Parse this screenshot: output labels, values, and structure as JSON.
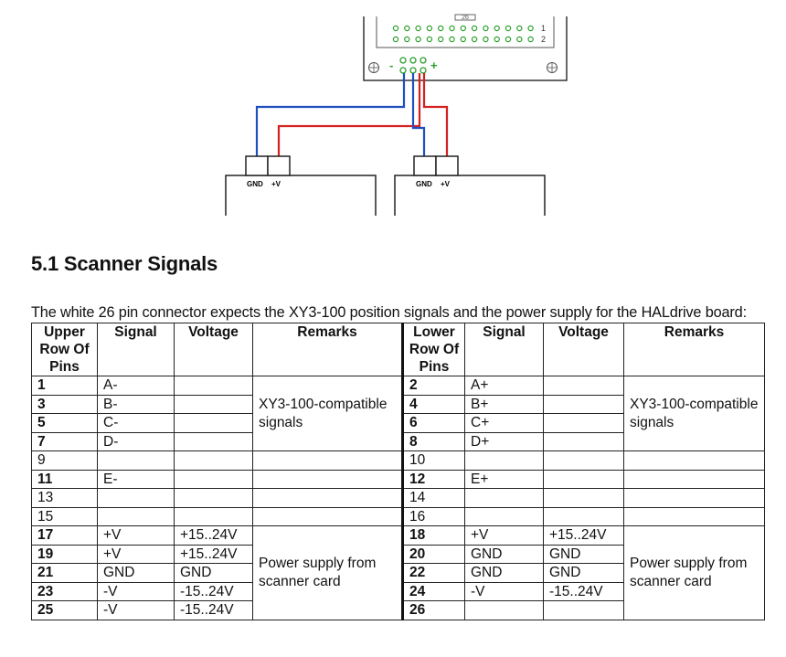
{
  "diagram": {
    "connector_label": "26",
    "row_labels": [
      "1",
      "2"
    ],
    "minus_label": "-",
    "plus_label": "+",
    "box_labels": [
      {
        "gnd": "GND",
        "vplus": "+V"
      },
      {
        "gnd": "GND",
        "vplus": "+V"
      }
    ],
    "colors": {
      "gnd_wire": "#1f4fbf",
      "pos_wire": "#d42020",
      "pin": "#2aa02a"
    }
  },
  "section": {
    "title": "5.1 Scanner Signals"
  },
  "intro": "The white 26 pin connector expects the XY3-100 position signals and the power supply for the HALdrive board:",
  "table": {
    "headers": [
      "Upper Row Of Pins",
      "Signal",
      "Voltage",
      "Remarks",
      "Lower Row Of Pins",
      "Signal",
      "Voltage",
      "Remarks"
    ],
    "rows": [
      {
        "up_pin": "1",
        "up_sig": "A-",
        "up_volt": "",
        "lo_pin": "2",
        "lo_sig": "A+",
        "lo_volt": ""
      },
      {
        "up_pin": "3",
        "up_sig": "B-",
        "up_volt": "",
        "lo_pin": "4",
        "lo_sig": "B+",
        "lo_volt": ""
      },
      {
        "up_pin": "5",
        "up_sig": "C-",
        "up_volt": "",
        "lo_pin": "6",
        "lo_sig": "C+",
        "lo_volt": ""
      },
      {
        "up_pin": "7",
        "up_sig": "D-",
        "up_volt": "",
        "lo_pin": "8",
        "lo_sig": "D+",
        "lo_volt": ""
      },
      {
        "up_pin": "9",
        "up_sig": "",
        "up_volt": "",
        "lo_pin": "10",
        "lo_sig": "",
        "lo_volt": ""
      },
      {
        "up_pin": "11",
        "up_sig": "E-",
        "up_volt": "",
        "lo_pin": "12",
        "lo_sig": "E+",
        "lo_volt": ""
      },
      {
        "up_pin": "13",
        "up_sig": "",
        "up_volt": "",
        "lo_pin": "14",
        "lo_sig": "",
        "lo_volt": ""
      },
      {
        "up_pin": "15",
        "up_sig": "",
        "up_volt": "",
        "lo_pin": "16",
        "lo_sig": "",
        "lo_volt": ""
      },
      {
        "up_pin": "17",
        "up_sig": "+V",
        "up_volt": "+15..24V",
        "lo_pin": "18",
        "lo_sig": "+V",
        "lo_volt": "+15..24V"
      },
      {
        "up_pin": "19",
        "up_sig": "+V",
        "up_volt": "+15..24V",
        "lo_pin": "20",
        "lo_sig": "GND",
        "lo_volt": "GND"
      },
      {
        "up_pin": "21",
        "up_sig": "GND",
        "up_volt": "GND",
        "lo_pin": "22",
        "lo_sig": "GND",
        "lo_volt": "GND"
      },
      {
        "up_pin": "23",
        "up_sig": "-V",
        "up_volt": "-15..24V",
        "lo_pin": "24",
        "lo_sig": "-V",
        "lo_volt": "-15..24V"
      },
      {
        "up_pin": "25",
        "up_sig": "-V",
        "up_volt": "-15..24V",
        "lo_pin": "26",
        "lo_sig": "",
        "lo_volt": ""
      }
    ],
    "remarks": {
      "compat": "XY3-100-compatible signals",
      "power": "Power supply from scanner card"
    }
  }
}
